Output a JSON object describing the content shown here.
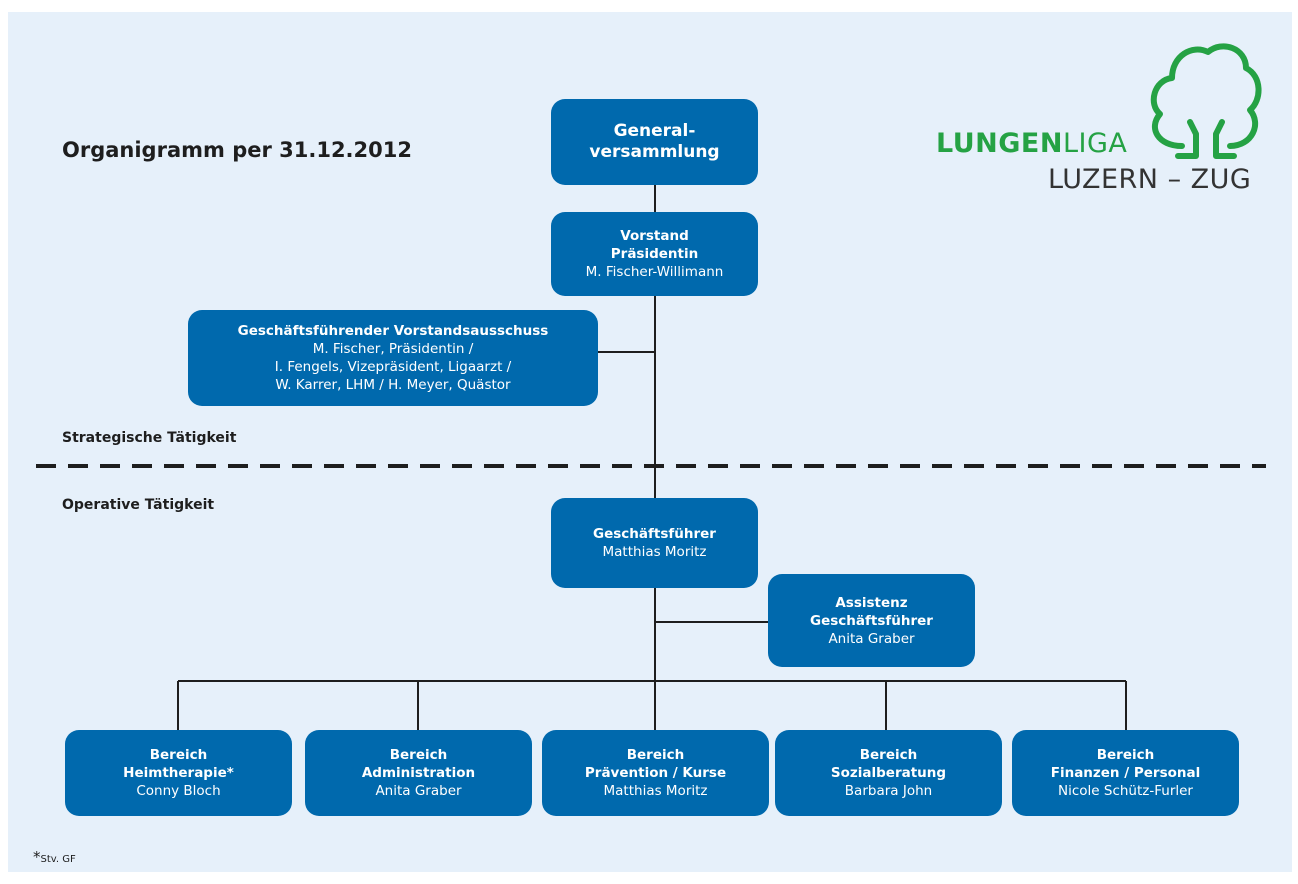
{
  "title": "Organigramm per 31.12.2012",
  "logo": {
    "word_bold": "LUNGEN",
    "word_light": "LIGA",
    "line2": "LUZERN – ZUG",
    "icon": "tree-icon",
    "green": "#25a244"
  },
  "colors": {
    "box": "#0069ad",
    "background": "#e6f0fa",
    "line": "#1e1e1e"
  },
  "sections": {
    "strategic": "Strategische Tätigkeit",
    "operative": "Operative Tätigkeit"
  },
  "boxes": {
    "gv": {
      "line1": "General-",
      "line2": "versammlung"
    },
    "vorstand": {
      "role": "Vorstand",
      "role2": "Präsidentin",
      "name": "M. Fischer-Willimann"
    },
    "ausschuss": {
      "role": "Geschäftsführender Vorstandsausschuss",
      "line1": "M. Fischer, Präsidentin /",
      "line2": "I. Fengels, Vizepräsident, Ligaarzt /",
      "line3": "W. Karrer, LHM / H. Meyer, Quästor"
    },
    "gf": {
      "role": "Geschäftsführer",
      "name": "Matthias Moritz"
    },
    "assistenz": {
      "role": "Assistenz",
      "role2": "Geschäftsführer",
      "name": "Anita Graber"
    },
    "bereiche": [
      {
        "label": "Bereich",
        "area": "Heimtherapie*",
        "name": "Conny Bloch"
      },
      {
        "label": "Bereich",
        "area": "Administration",
        "name": "Anita Graber"
      },
      {
        "label": "Bereich",
        "area": "Prävention / Kurse",
        "name": "Matthias Moritz"
      },
      {
        "label": "Bereich",
        "area": "Sozialberatung",
        "name": "Barbara John"
      },
      {
        "label": "Bereich",
        "area": "Finanzen / Personal",
        "name": "Nicole Schütz-Furler"
      }
    ]
  },
  "footnote": {
    "mark": "*",
    "text": "Stv. GF"
  }
}
